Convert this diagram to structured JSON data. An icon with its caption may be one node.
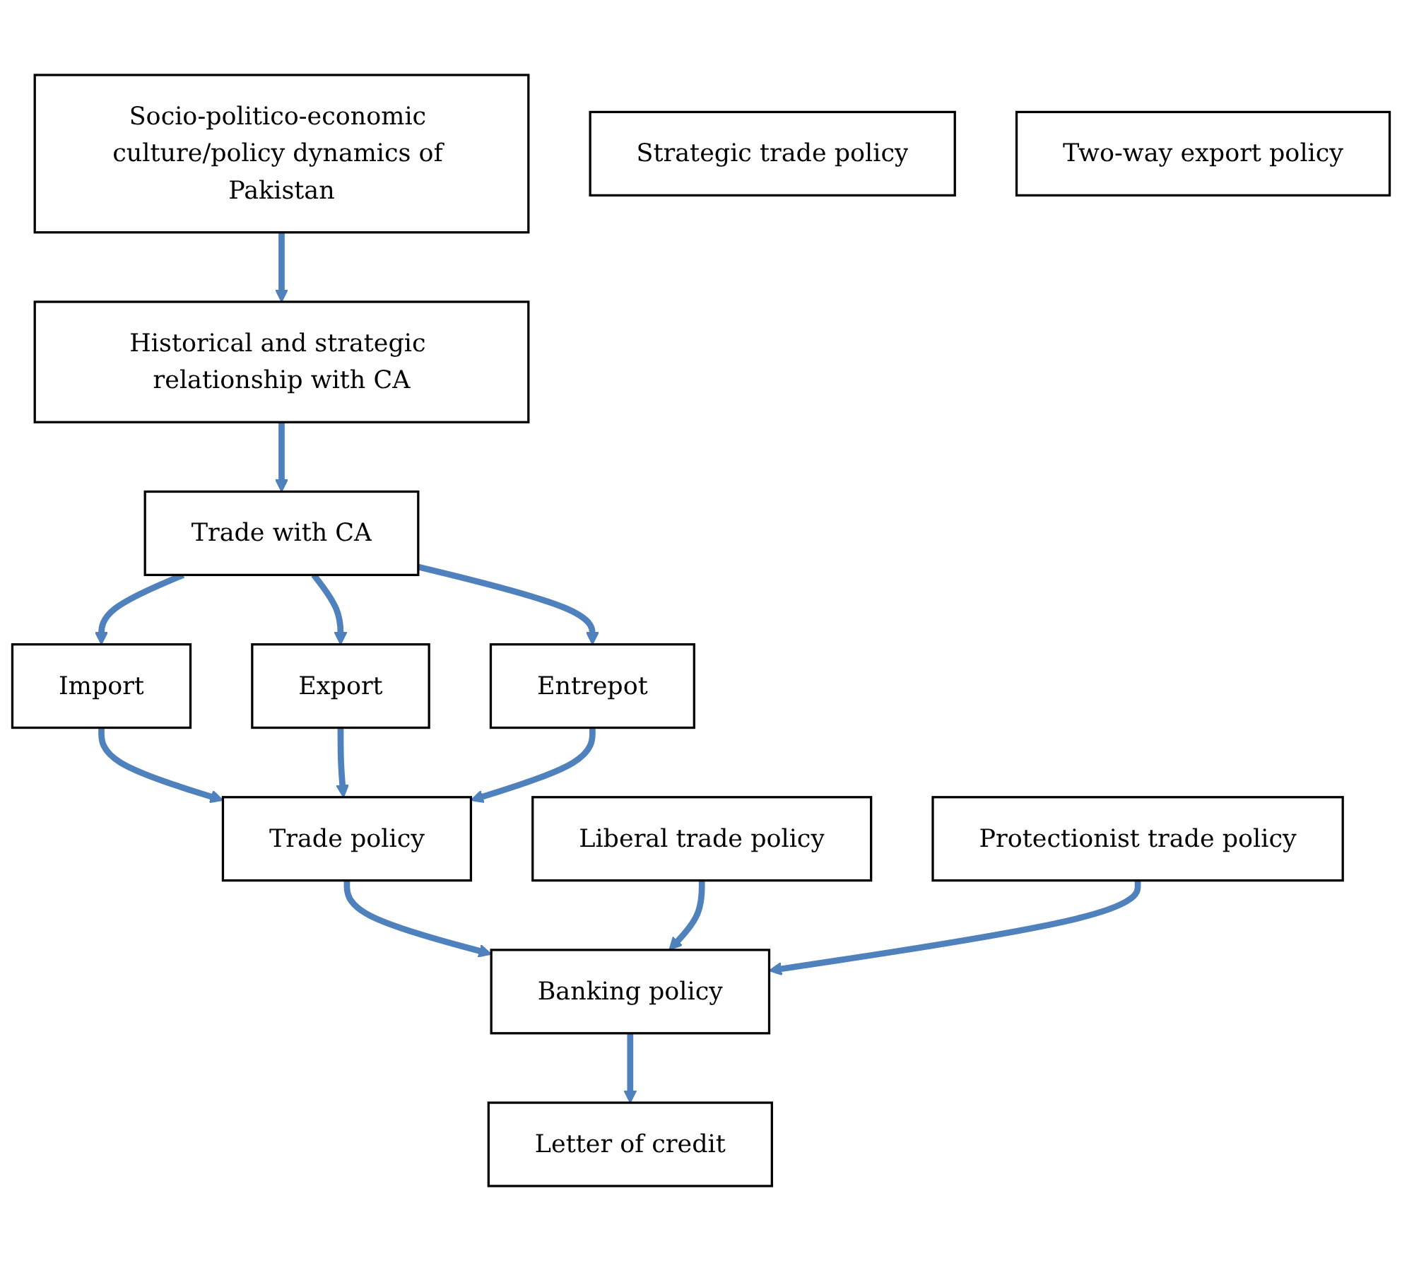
{
  "diagram": {
    "nodes": [
      {
        "text": [
          "Socio-politico-economic culture/policy dynamics of Pakistan"
        ]
      },
      {
        "text": [
          "Historical and strategic relationship with CA"
        ]
      },
      {
        "text": [
          "Strategic trade policy"
        ]
      },
      {
        "text": [
          "Trade with CA"
        ]
      },
      {
        "text": [
          "Two-way export policy"
        ]
      },
      {
        "text": [
          "Import"
        ]
      },
      {
        "text": [
          "Export"
        ]
      },
      {
        "text": [
          "Entrepot"
        ]
      },
      {
        "text": [
          "Trade policy"
        ]
      },
      {
        "text": [
          "Liberal trade policy"
        ]
      },
      {
        "text": [
          "Protectionist trade policy"
        ]
      },
      {
        "text": [
          "Banking policy"
        ]
      },
      {
        "text": [
          "Letter of credit"
        ]
      }
    ],
    "edges": [
      {
        "from": 0,
        "to": 1,
        "arrow": "to"
      },
      {
        "from": 1,
        "to": 3,
        "arrow": "to"
      },
      {
        "from": 3,
        "to": 5,
        "arrow": "to"
      },
      {
        "from": 3,
        "to": 6,
        "arrow": "to"
      },
      {
        "from": 3,
        "to": 7,
        "arrow": "to"
      },
      {
        "from": 5,
        "to": 8,
        "arrow": "to"
      },
      {
        "from": 6,
        "to": 8,
        "arrow": "to"
      },
      {
        "from": 7,
        "to": 8,
        "arrow": "to"
      },
      {
        "from": 8,
        "to": 11,
        "arrow": "to"
      },
      {
        "from": 9,
        "to": 11,
        "arrow": "to"
      },
      {
        "from": 10,
        "to": 11,
        "arrow": "to"
      },
      {
        "from": 11,
        "to": 12,
        "arrow": "to"
      }
    ]
  }
}
